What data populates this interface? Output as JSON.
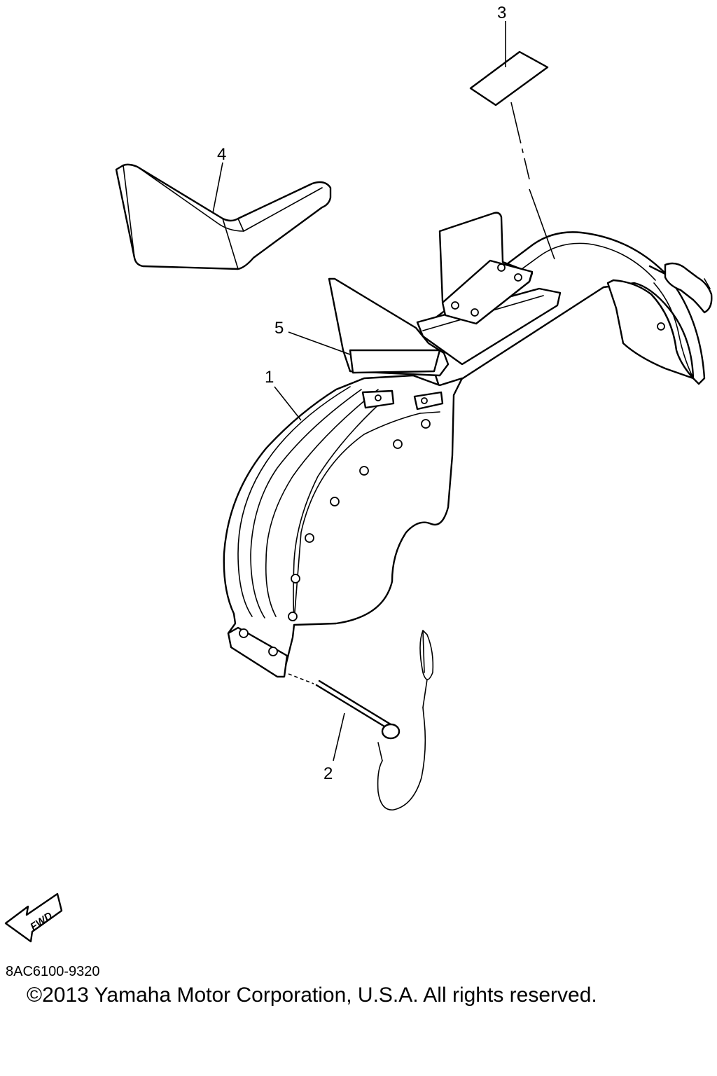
{
  "diagram": {
    "callouts": [
      {
        "id": "1",
        "label": "1"
      },
      {
        "id": "2",
        "label": "2"
      },
      {
        "id": "3",
        "label": "3"
      },
      {
        "id": "4",
        "label": "4"
      },
      {
        "id": "5",
        "label": "5"
      }
    ],
    "fwd_label": "FWD",
    "part_code": "8AC6100-9320",
    "copyright": "©2013 Yamaha Motor Corporation, U.S.A. All rights reserved."
  }
}
